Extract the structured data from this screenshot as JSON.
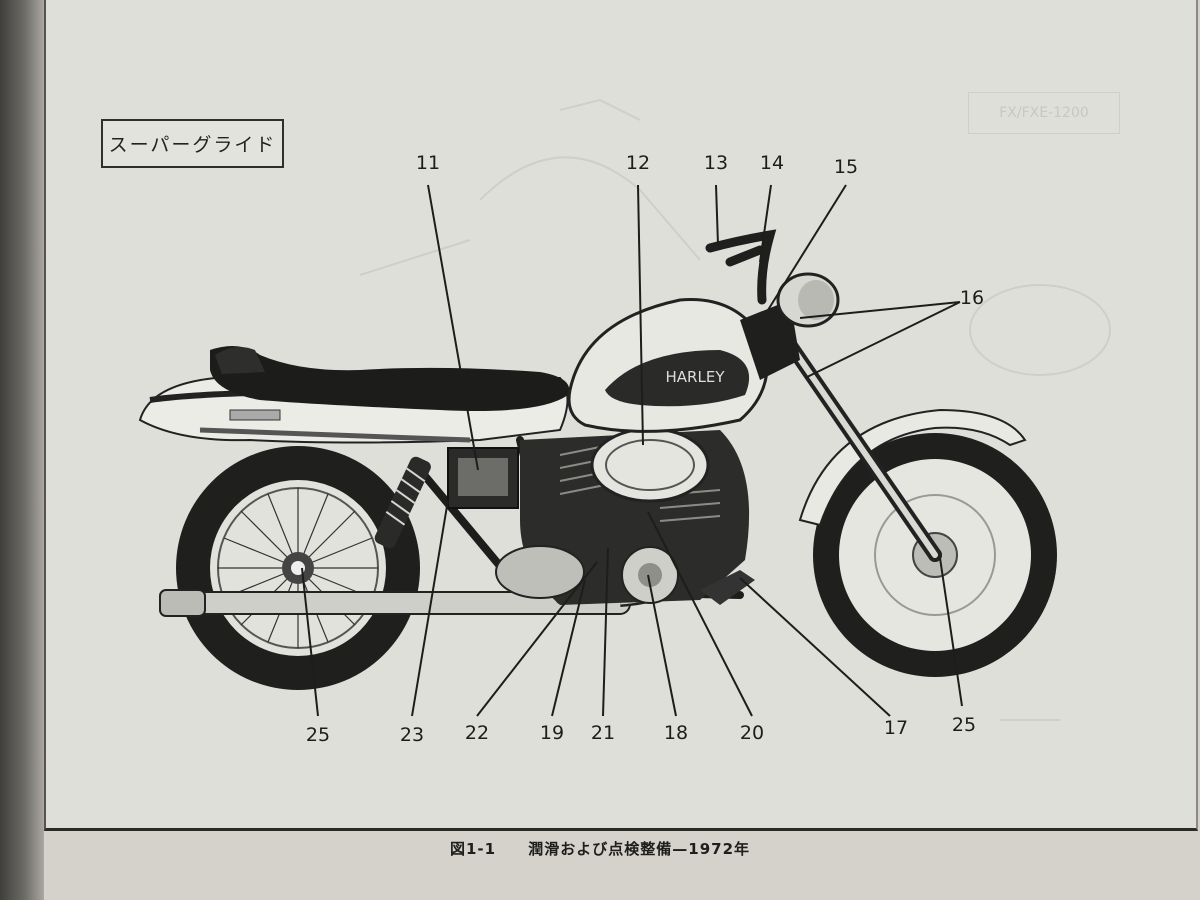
{
  "figure": {
    "model_label": "スーパーグライド",
    "ghost_label": "FX/FXE-1200",
    "caption": {
      "number": "図1-1",
      "title": "潤滑および点検整備—1972年"
    }
  },
  "callouts": [
    {
      "id": "11",
      "label": "11"
    },
    {
      "id": "12",
      "label": "12"
    },
    {
      "id": "13",
      "label": "13"
    },
    {
      "id": "14",
      "label": "14"
    },
    {
      "id": "15",
      "label": "15"
    },
    {
      "id": "16",
      "label": "16"
    },
    {
      "id": "17",
      "label": "17"
    },
    {
      "id": "18",
      "label": "18"
    },
    {
      "id": "19",
      "label": "19"
    },
    {
      "id": "20",
      "label": "20"
    },
    {
      "id": "21",
      "label": "21"
    },
    {
      "id": "22",
      "label": "22"
    },
    {
      "id": "23",
      "label": "23"
    },
    {
      "id": "25a",
      "label": "25"
    },
    {
      "id": "25b",
      "label": "25"
    }
  ],
  "tank_emblem": "HARLEY"
}
